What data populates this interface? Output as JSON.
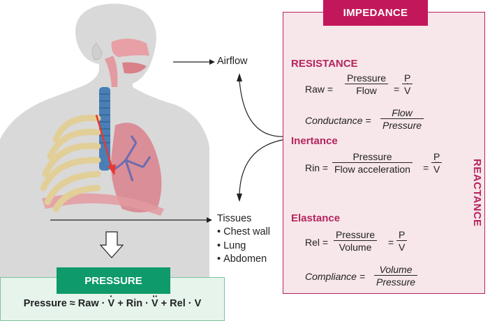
{
  "impedance": {
    "header": "IMPEDANCE",
    "resistance": {
      "title": "RESISTANCE",
      "raw_lhs": "Raw",
      "raw_num": "Pressure",
      "raw_den": "Flow",
      "raw_p": "P",
      "raw_v": "V",
      "cond_lhs": "Conductance",
      "cond_num": "Flow",
      "cond_den": "Pressure"
    },
    "inertance": {
      "title": "Inertance",
      "rin_lhs": "Rin",
      "rin_num": "Pressure",
      "rin_den": "Flow acceleration",
      "rin_p": "P",
      "rin_v": "V"
    },
    "elastance": {
      "title": "Elastance",
      "rel_lhs": "Rel",
      "rel_num": "Pressure",
      "rel_den": "Volume",
      "rel_p": "P",
      "rel_v": "V",
      "comp_lhs": "Compliance",
      "comp_num": "Volume",
      "comp_den": "Pressure"
    },
    "reactance": "REACTANCE"
  },
  "labels": {
    "airflow": "Airflow",
    "tissues": "Tissues",
    "tissue_items": [
      "Chest wall",
      "Lung",
      "Abdomen"
    ]
  },
  "pressure": {
    "header": "PRESSURE",
    "eq_lhs": "Pressure",
    "eq_approx": "≈",
    "eq_raw": "Raw",
    "eq_rin": "Rin",
    "eq_rel": "Rel",
    "eq_v": "V"
  },
  "colors": {
    "impedance_accent": "#c2185b",
    "impedance_bg": "#f7e6ea",
    "pressure_accent": "#0e9a6a",
    "pressure_bg": "#e6f4ec",
    "airflow_arrow": "#e53935"
  }
}
